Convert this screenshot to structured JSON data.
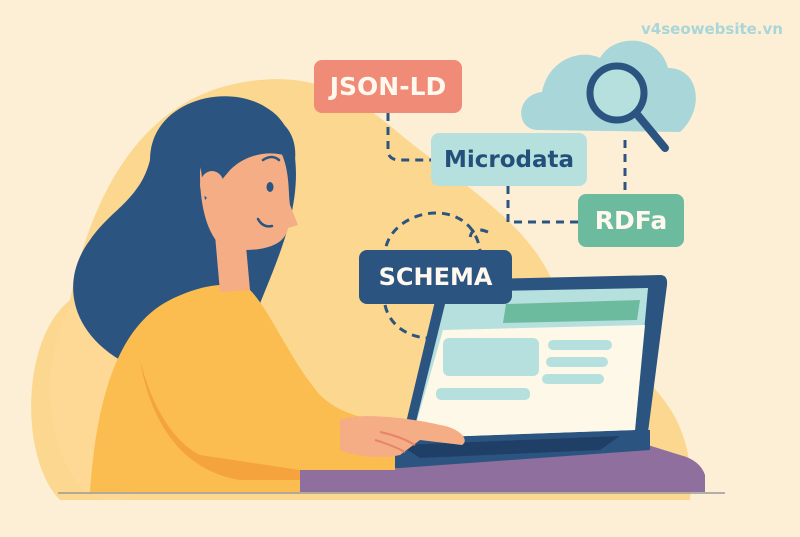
{
  "watermark": "v4seowebsite.vn",
  "tags": {
    "jsonld": "JSON-LD",
    "microdata": "Microdata",
    "rdfa": "RDFa",
    "schema": "SCHEMA"
  },
  "icons": {
    "cloud": "cloud-icon",
    "magnifier": "magnifying-glass-icon"
  },
  "colors": {
    "background": "#fdefd6",
    "blob": "#fcd78f",
    "navy": "#2b5580",
    "coral": "#ef8b76",
    "teal_light": "#b5e0de",
    "green": "#6dbb9e",
    "sweater": "#fbbd4f",
    "skin": "#f4ad85",
    "desk": "#8f6f9d"
  }
}
